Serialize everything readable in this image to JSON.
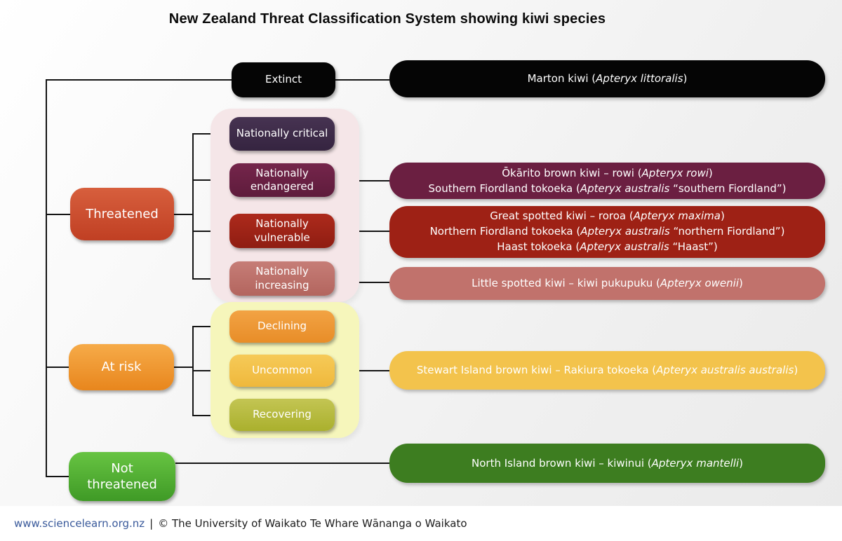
{
  "title": "New Zealand Threat Classification System showing kiwi species",
  "tree": {
    "extinct": {
      "label": "Extinct"
    },
    "threatened": {
      "label": "Threatened",
      "children": {
        "critical": {
          "label": "Nationally critical"
        },
        "endangered": {
          "label": "Nationally endangered"
        },
        "vulnerable": {
          "label": "Nationally vulnerable"
        },
        "increasing": {
          "label": "Nationally increasing"
        }
      }
    },
    "at_risk": {
      "label": "At risk",
      "children": {
        "declining": {
          "label": "Declining"
        },
        "uncommon": {
          "label": "Uncommon"
        },
        "recovering": {
          "label": "Recovering"
        }
      }
    },
    "not_threatened": {
      "label": "Not threatened"
    }
  },
  "species": {
    "extinct": {
      "lines": [
        {
          "pre": "Marton kiwi (",
          "sci": "Apteryx littoralis",
          "post": ")"
        }
      ]
    },
    "endangered": {
      "lines": [
        {
          "pre": "Ōkārito brown kiwi – rowi (",
          "sci": "Apteryx rowi",
          "post": ")"
        },
        {
          "pre": "Southern Fiordland tokoeka (",
          "sci": "Apteryx australis",
          "post": " “southern Fiordland”)"
        }
      ]
    },
    "vulnerable": {
      "lines": [
        {
          "pre": "Great spotted kiwi – roroa (",
          "sci": "Apteryx maxima",
          "post": ")"
        },
        {
          "pre": "Northern Fiordland tokoeka (",
          "sci": "Apteryx australis",
          "post": " “northern Fiordland”)"
        },
        {
          "pre": "Haast tokoeka (",
          "sci": "Apteryx australis",
          "post": " “Haast”)"
        }
      ]
    },
    "increasing": {
      "lines": [
        {
          "pre": "Little spotted kiwi – kiwi pukupuku (",
          "sci": "Apteryx owenii",
          "post": ")"
        }
      ]
    },
    "uncommon": {
      "lines": [
        {
          "pre": "Stewart Island brown kiwi – Rakiura tokoeka (",
          "sci": "Apteryx australis australis",
          "post": ")"
        }
      ]
    },
    "not_threatened": {
      "lines": [
        {
          "pre": "North Island brown kiwi – kiwinui (",
          "sci": "Apteryx mantelli",
          "post": ")"
        }
      ]
    }
  },
  "footer": {
    "link": "www.sciencelearn.org.nz",
    "separator": "|",
    "credit": "© The University of Waikato Te Whare Wānanga o Waikato"
  },
  "colors": {
    "extinct": "#050505",
    "threatened": "#cb4a2e",
    "nationally_critical": "#3e2c49",
    "nationally_endangered": "#6b1f41",
    "nationally_vulnerable": "#9e2115",
    "nationally_increasing": "#c1726c",
    "at_risk": "#ee9733",
    "declining": "#eb9a33",
    "uncommon": "#f3c34c",
    "recovering": "#b7bb45",
    "not_threatened": "#4ca830",
    "not_threatened_bar": "#3d7d20",
    "threatened_group_bg": "#f5e6e8",
    "at_risk_group_bg": "#f6f6bb",
    "connector": "#141414",
    "footer_link": "#3a5a9b"
  }
}
